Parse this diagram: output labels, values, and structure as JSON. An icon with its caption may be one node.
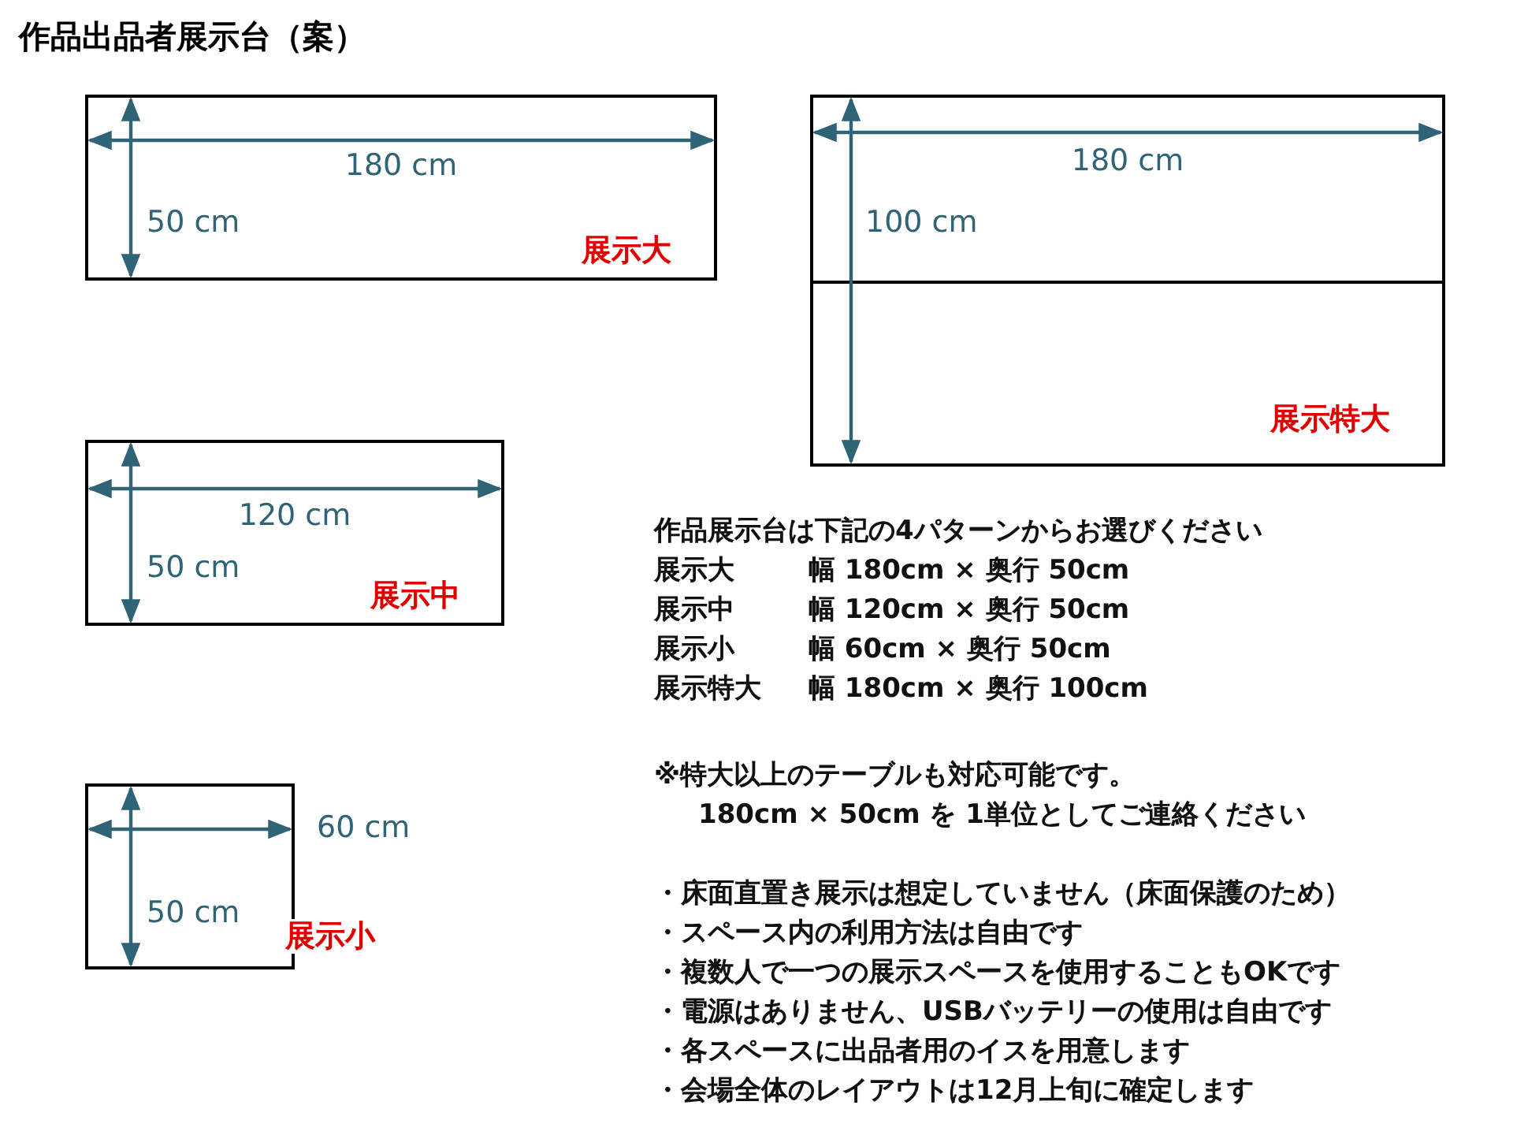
{
  "diagram": {
    "title": "作品出品者展示台（案）",
    "nodes": [
      {
        "text": [
          "180 cm",
          "50 cm",
          "展示大"
        ]
      },
      {
        "text": [
          "180 cm",
          "100 cm",
          "展示特大"
        ]
      },
      {
        "text": [
          "120 cm",
          "50 cm",
          "展示中"
        ]
      },
      {
        "text": [
          "50 cm",
          "展示小"
        ],
        "beside": [
          "60 cm"
        ]
      }
    ],
    "labels": [
      "作品展示台は下記の4パターンからお選びください",
      "展示大",
      "幅 180cm × 奥行 50cm",
      "展示中",
      "幅 120cm × 奥行 50cm",
      "展示小",
      "幅 60cm × 奥行 50cm",
      "展示特大",
      "幅 180cm × 奥行 100cm",
      "※特大以上のテーブルも対応可能です。",
      "180cm × 50cm を 1単位としてご連絡ください",
      "・床面直置き展示は想定していません（床面保護のため）",
      "・スペース内の利用方法は自由です",
      "・複数人で一つの展示スペースを使用することもOKです",
      "・電源はありません、USBバッテリーの使用は自由です",
      "・各スペースに出品者用のイスを用意します",
      "・会場全体のレイアウトは12月上旬に確定します"
    ]
  }
}
